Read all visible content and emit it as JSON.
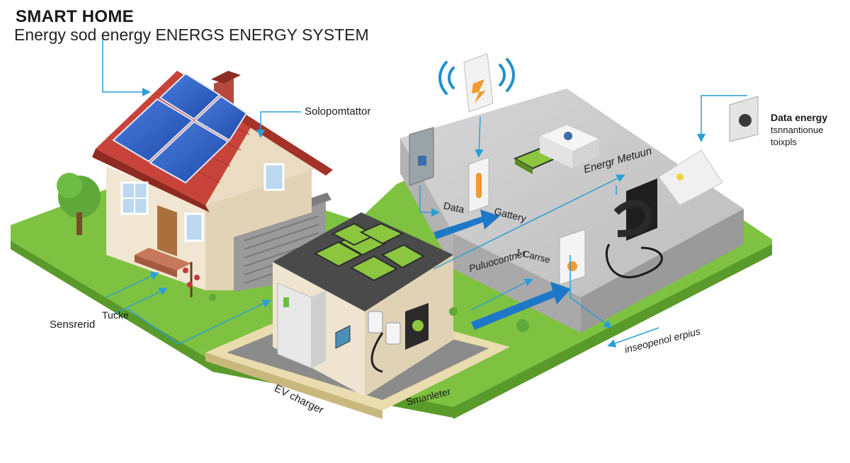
{
  "header": {
    "title": "SMART HOME",
    "subtitle": "Energy sod energy ENERGS ENERGY SYSTEM"
  },
  "labels": {
    "solar": "Solopomtattor",
    "data_energy_line1": "Data  energy",
    "data_energy_line2": "tsnnantionue",
    "data_energy_line3": "toixpls",
    "energy_meter": "Energr Metuun",
    "data": "Data",
    "battery": "Gattery",
    "charge": "1 Carrse",
    "pulsocontner": "Puluocontner",
    "sensor": "Sensrerid",
    "tucke": "Tucke",
    "ev_charger": "EV charger",
    "smart_meter": "Smanleter",
    "inside_energy": "inseopenol erpius"
  },
  "colors": {
    "grass": "#7fc241",
    "platform": "#c9c9c9",
    "roof": "#c8443a",
    "solar_panel": "#2f5fbf",
    "battery_green": "#8cc63f",
    "arrow_blue": "#1e78c8",
    "callout_line": "#2a9fd6",
    "house_wall": "#f1e6d2"
  },
  "icons": {
    "wifi": "wifi-signal-icon",
    "lightning": "lightning-bolt-icon",
    "thermometer": "thermometer-icon",
    "camera": "camera-sensor-icon"
  }
}
